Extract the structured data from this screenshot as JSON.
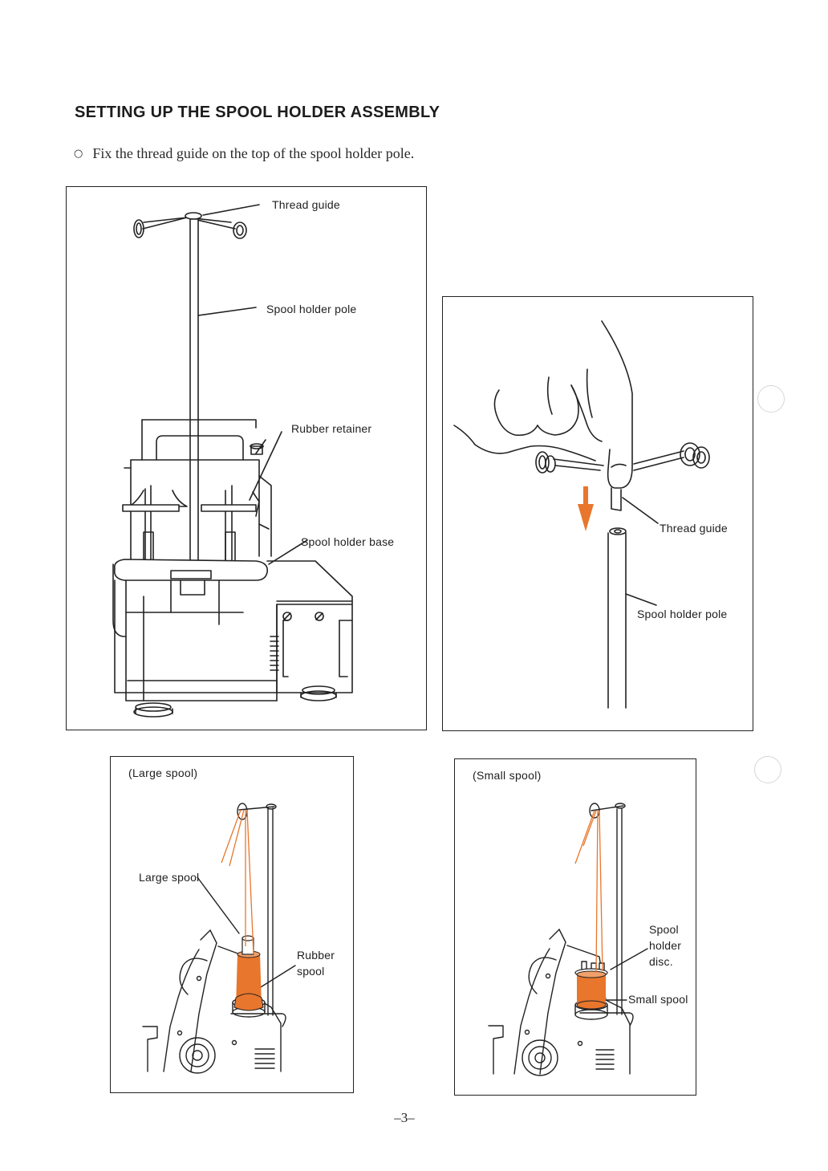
{
  "page": {
    "title": "SETTING UP THE SPOOL HOLDER ASSEMBLY",
    "instruction": {
      "bullet": "○",
      "text": "Fix the thread guide on the top of the spool holder pole."
    },
    "page_number": "–3–"
  },
  "figure_main": {
    "labels": {
      "thread_guide": "Thread guide",
      "spool_holder_pole": "Spool holder pole",
      "rubber_retainer": "Rubber retainer",
      "spool_holder_base": "Spool holder base"
    }
  },
  "figure_install": {
    "labels": {
      "thread_guide": "Thread guide",
      "spool_holder_pole": "Spool holder pole"
    },
    "arrow_icon": "down-arrow-icon"
  },
  "figure_large": {
    "caption": "(Large spool)",
    "labels": {
      "large_spool": "Large spool",
      "rubber_spool": "Rubber spool"
    }
  },
  "figure_small": {
    "caption": "(Small spool)",
    "labels": {
      "spool_holder_disc": "Spool holder disc.",
      "small_spool": "Small spool"
    }
  },
  "colors": {
    "thread_orange": "#e8762c",
    "line": "#222222"
  }
}
